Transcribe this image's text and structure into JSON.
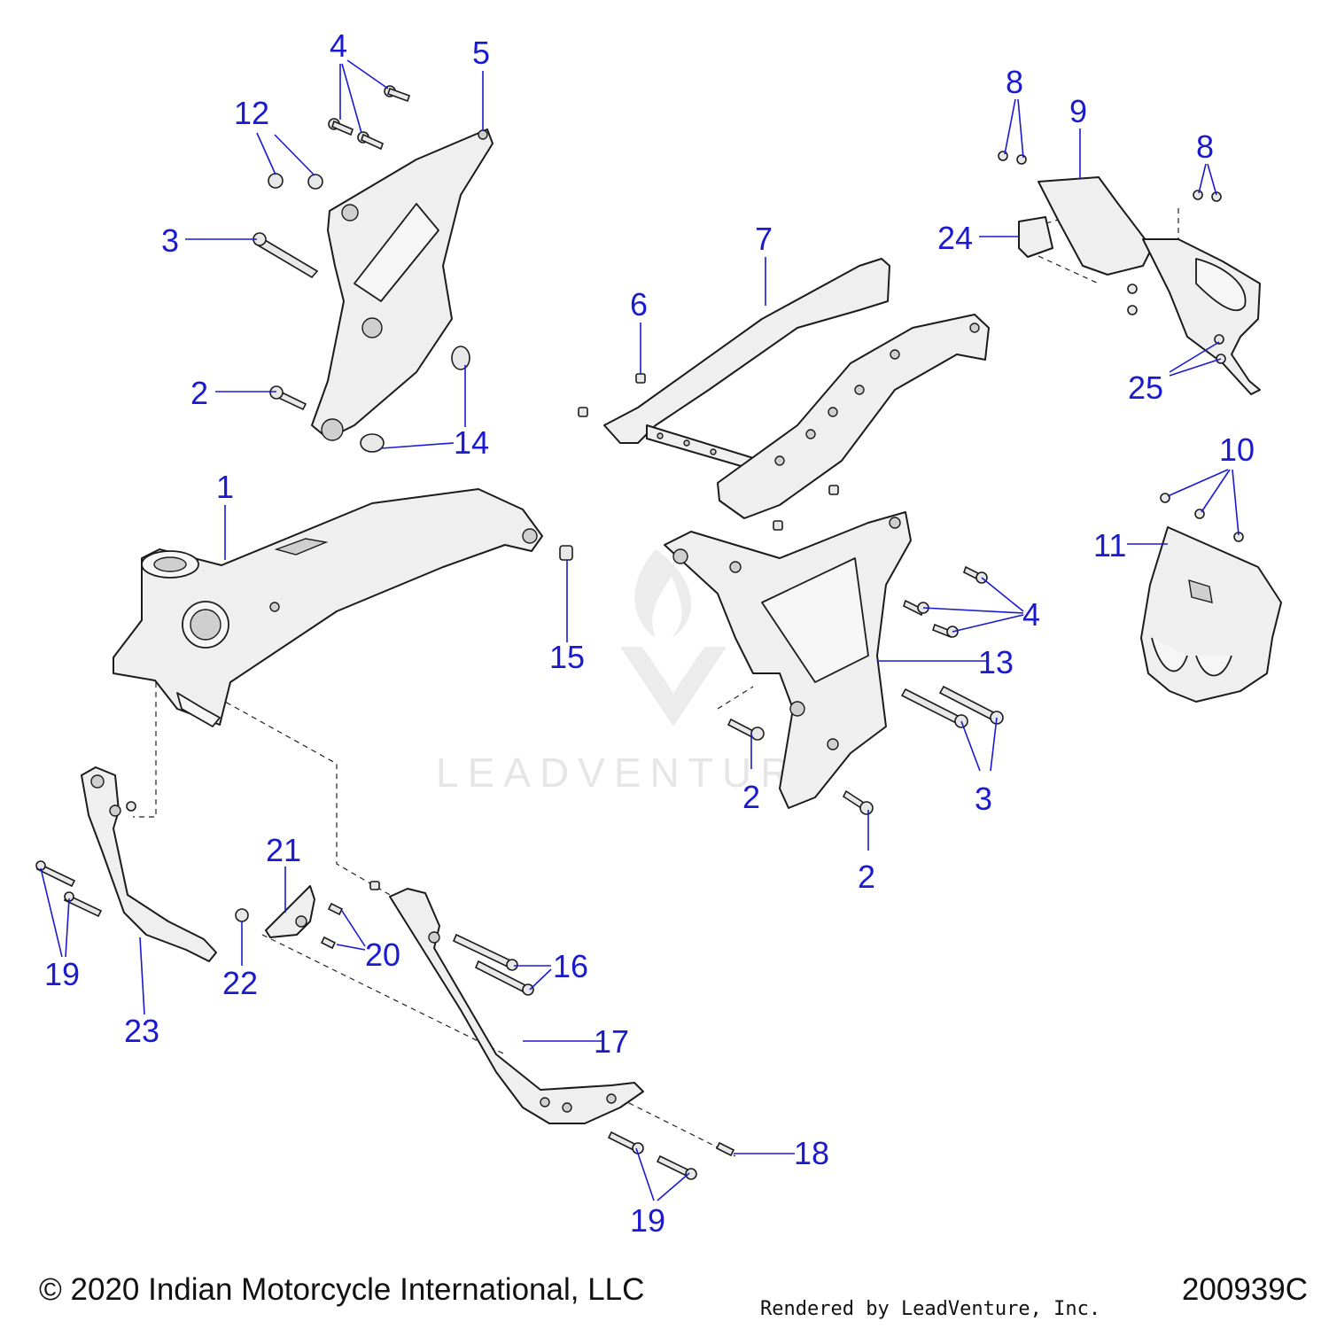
{
  "footer": {
    "copyright": "© 2020 Indian Motorcycle International, LLC",
    "rendered_by": "Rendered by LeadVenture, Inc.",
    "diagram_code": "200939C"
  },
  "watermark": {
    "text": "LEADVENTURE"
  },
  "callouts": [
    {
      "id": "c1",
      "label": "1"
    },
    {
      "id": "c2a",
      "label": "2"
    },
    {
      "id": "c2b",
      "label": "2"
    },
    {
      "id": "c2c",
      "label": "2"
    },
    {
      "id": "c3a",
      "label": "3"
    },
    {
      "id": "c3b",
      "label": "3"
    },
    {
      "id": "c4a",
      "label": "4"
    },
    {
      "id": "c4b",
      "label": "4"
    },
    {
      "id": "c5",
      "label": "5"
    },
    {
      "id": "c6",
      "label": "6"
    },
    {
      "id": "c7",
      "label": "7"
    },
    {
      "id": "c8a",
      "label": "8"
    },
    {
      "id": "c8b",
      "label": "8"
    },
    {
      "id": "c9",
      "label": "9"
    },
    {
      "id": "c10",
      "label": "10"
    },
    {
      "id": "c11",
      "label": "11"
    },
    {
      "id": "c12",
      "label": "12"
    },
    {
      "id": "c13",
      "label": "13"
    },
    {
      "id": "c14",
      "label": "14"
    },
    {
      "id": "c15",
      "label": "15"
    },
    {
      "id": "c16",
      "label": "16"
    },
    {
      "id": "c17",
      "label": "17"
    },
    {
      "id": "c18",
      "label": "18"
    },
    {
      "id": "c19a",
      "label": "19"
    },
    {
      "id": "c19b",
      "label": "19"
    },
    {
      "id": "c20",
      "label": "20"
    },
    {
      "id": "c21",
      "label": "21"
    },
    {
      "id": "c22",
      "label": "22"
    },
    {
      "id": "c23",
      "label": "23"
    },
    {
      "id": "c24",
      "label": "24"
    },
    {
      "id": "c25",
      "label": "25"
    }
  ],
  "colors": {
    "callout": "#1a1ad0",
    "part_fill": "#efefef",
    "outline": "#1b1b1b"
  }
}
